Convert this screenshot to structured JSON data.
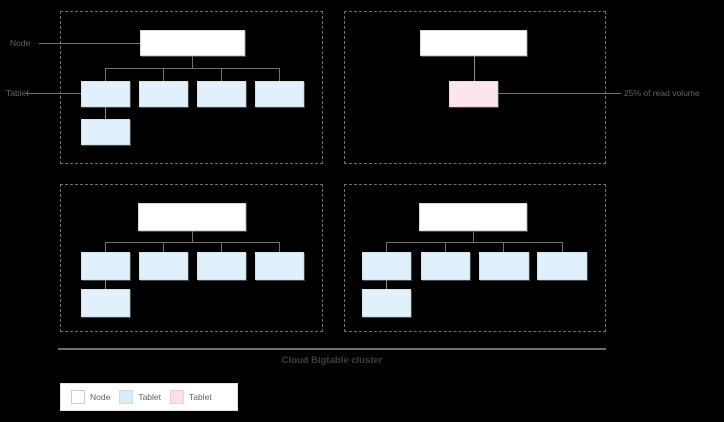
{
  "diagram": {
    "caption": "Cloud Bigtable cluster",
    "callouts": {
      "node": "Node",
      "tablet": "Tablet",
      "read_volume": "25% of read volume"
    },
    "colors": {
      "node_fill": "#ffffff",
      "tablet_fill": "#e1f1fb",
      "hot_tablet_fill": "#fce6ec",
      "connector": "#707070",
      "frame_dash": "#6f6f6f",
      "background": "#000000",
      "text": "#5f6368",
      "caption_text": "#3c4043"
    },
    "quadrants": [
      {
        "name": "node-group-top-left",
        "node_count": 1,
        "tablet_count": 5,
        "hot_tablet_count": 0
      },
      {
        "name": "node-group-top-right",
        "node_count": 1,
        "tablet_count": 0,
        "hot_tablet_count": 1
      },
      {
        "name": "node-group-bottom-left",
        "node_count": 1,
        "tablet_count": 5,
        "hot_tablet_count": 0
      },
      {
        "name": "node-group-bottom-right",
        "node_count": 1,
        "tablet_count": 5,
        "hot_tablet_count": 0
      }
    ]
  },
  "legend": {
    "items": [
      {
        "swatch": "node-swatch",
        "label": "Node"
      },
      {
        "swatch": "tablet-swatch",
        "label": "Tablet"
      },
      {
        "swatch": "hot-tablet-swatch",
        "label": "Tablet"
      }
    ]
  }
}
